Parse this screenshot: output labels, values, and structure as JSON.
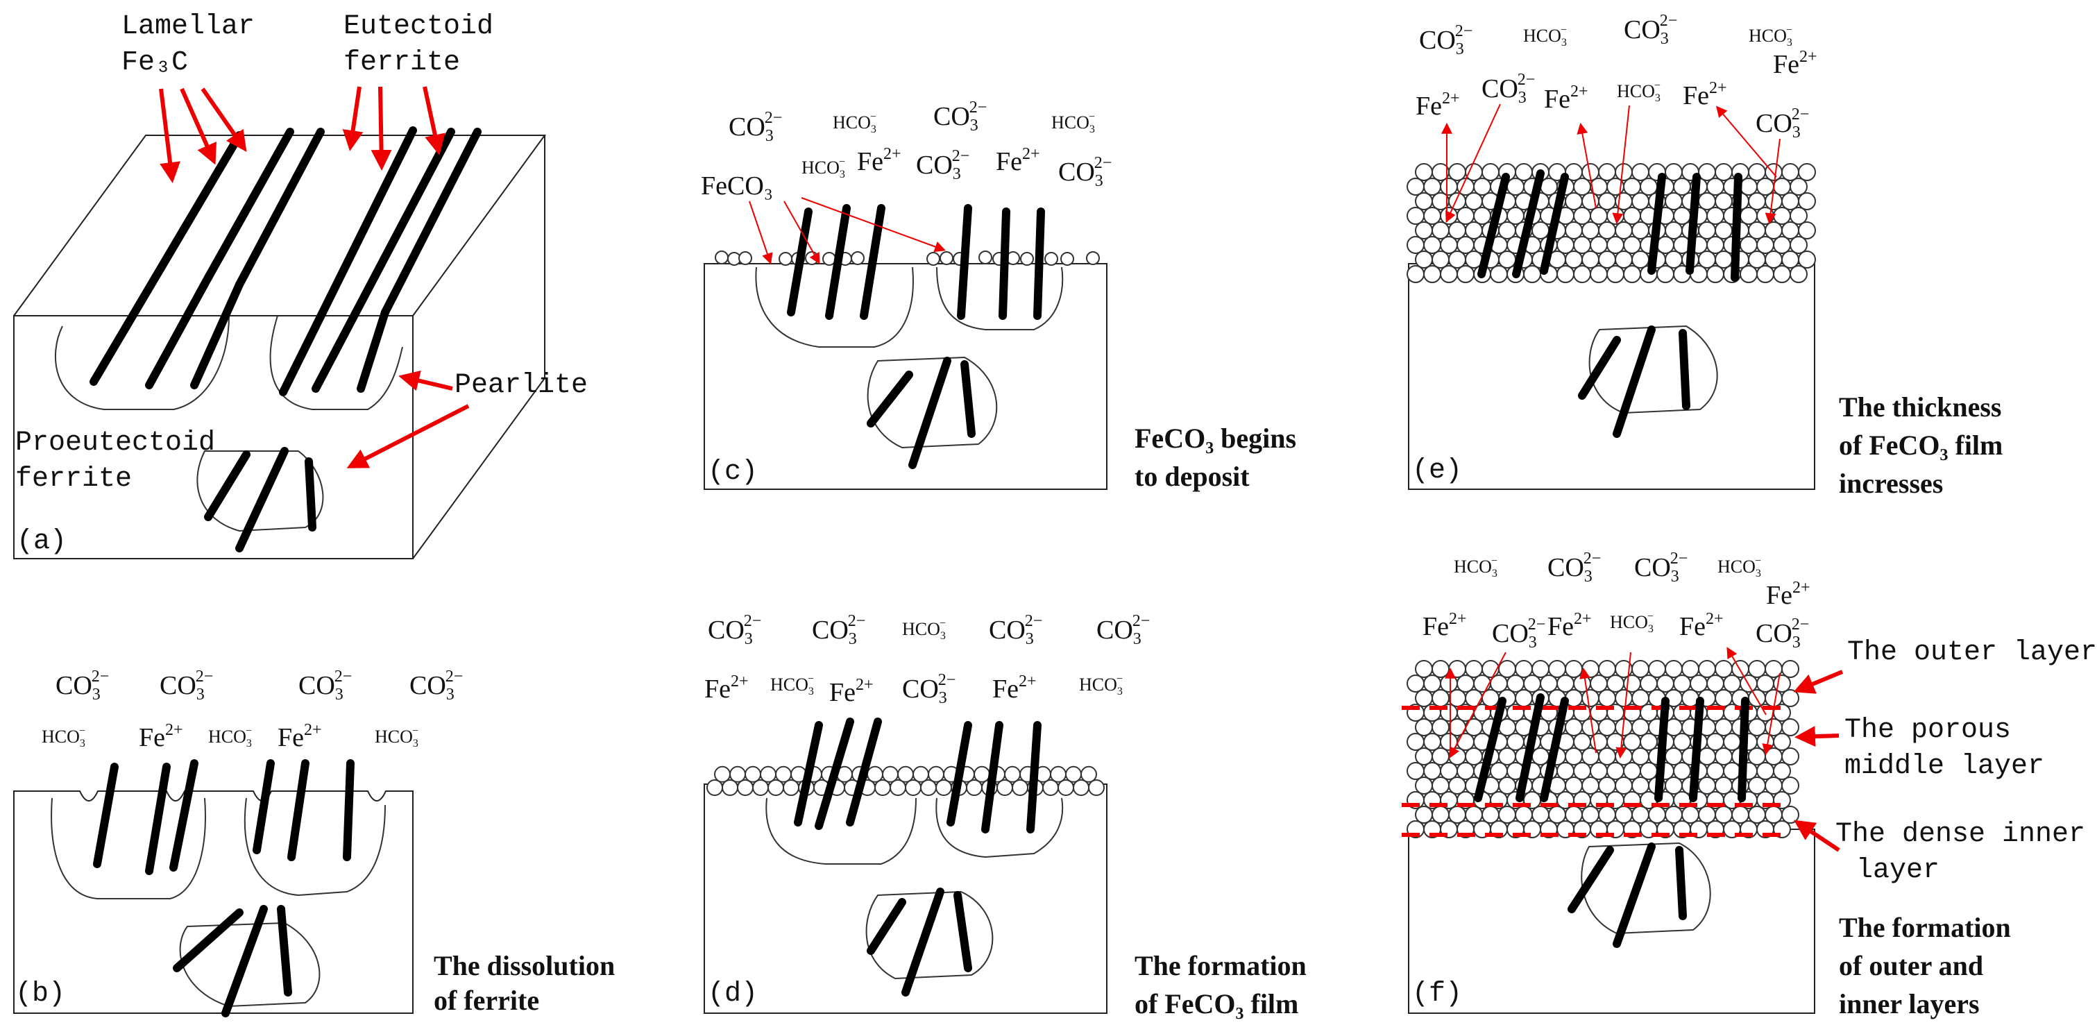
{
  "panels": {
    "a": {
      "tag": "(a)"
    },
    "b": {
      "tag": "(b)",
      "caption_lines": [
        "The dissolution",
        "of ferrite"
      ]
    },
    "c": {
      "tag": "(c)",
      "caption_lines": [
        "FeCO₃ begins",
        "to deposit"
      ]
    },
    "d": {
      "tag": "(d)",
      "caption_lines": [
        "The formation",
        "of FeCO₃ film"
      ]
    },
    "e": {
      "tag": "(e)",
      "caption_lines": [
        "The thickness",
        "of FeCO₃ film",
        "incresses"
      ]
    },
    "f": {
      "tag": "(f)",
      "caption_lines": [
        "The formation",
        "of outer and",
        "inner layers"
      ]
    }
  },
  "labels": {
    "lamellar_line1": "Lamellar",
    "lamellar_line2": "Fe₃C",
    "eutectoid_line1": "Eutectoid",
    "eutectoid_line2": "ferrite",
    "pearlite": "Pearlite",
    "proeutectoid_line1": "Proeutectoid",
    "proeutectoid_line2": "ferrite",
    "feco3": "FeCO₃",
    "outer_layer": "The outer layer",
    "porous_line1": "The porous",
    "porous_line2": "middle layer",
    "dense_line1": "The dense inner",
    "dense_line2": "layer"
  },
  "ions": {
    "co3": {
      "base": "CO",
      "sub": "3",
      "sup": "2−"
    },
    "hco3": {
      "base": "HCO",
      "sub": "3",
      "sup": "−"
    },
    "fe": {
      "base": "Fe",
      "sup": "2+"
    }
  },
  "colors": {
    "arrow": "#ee0000",
    "line": "#000000",
    "background": "#ffffff"
  }
}
